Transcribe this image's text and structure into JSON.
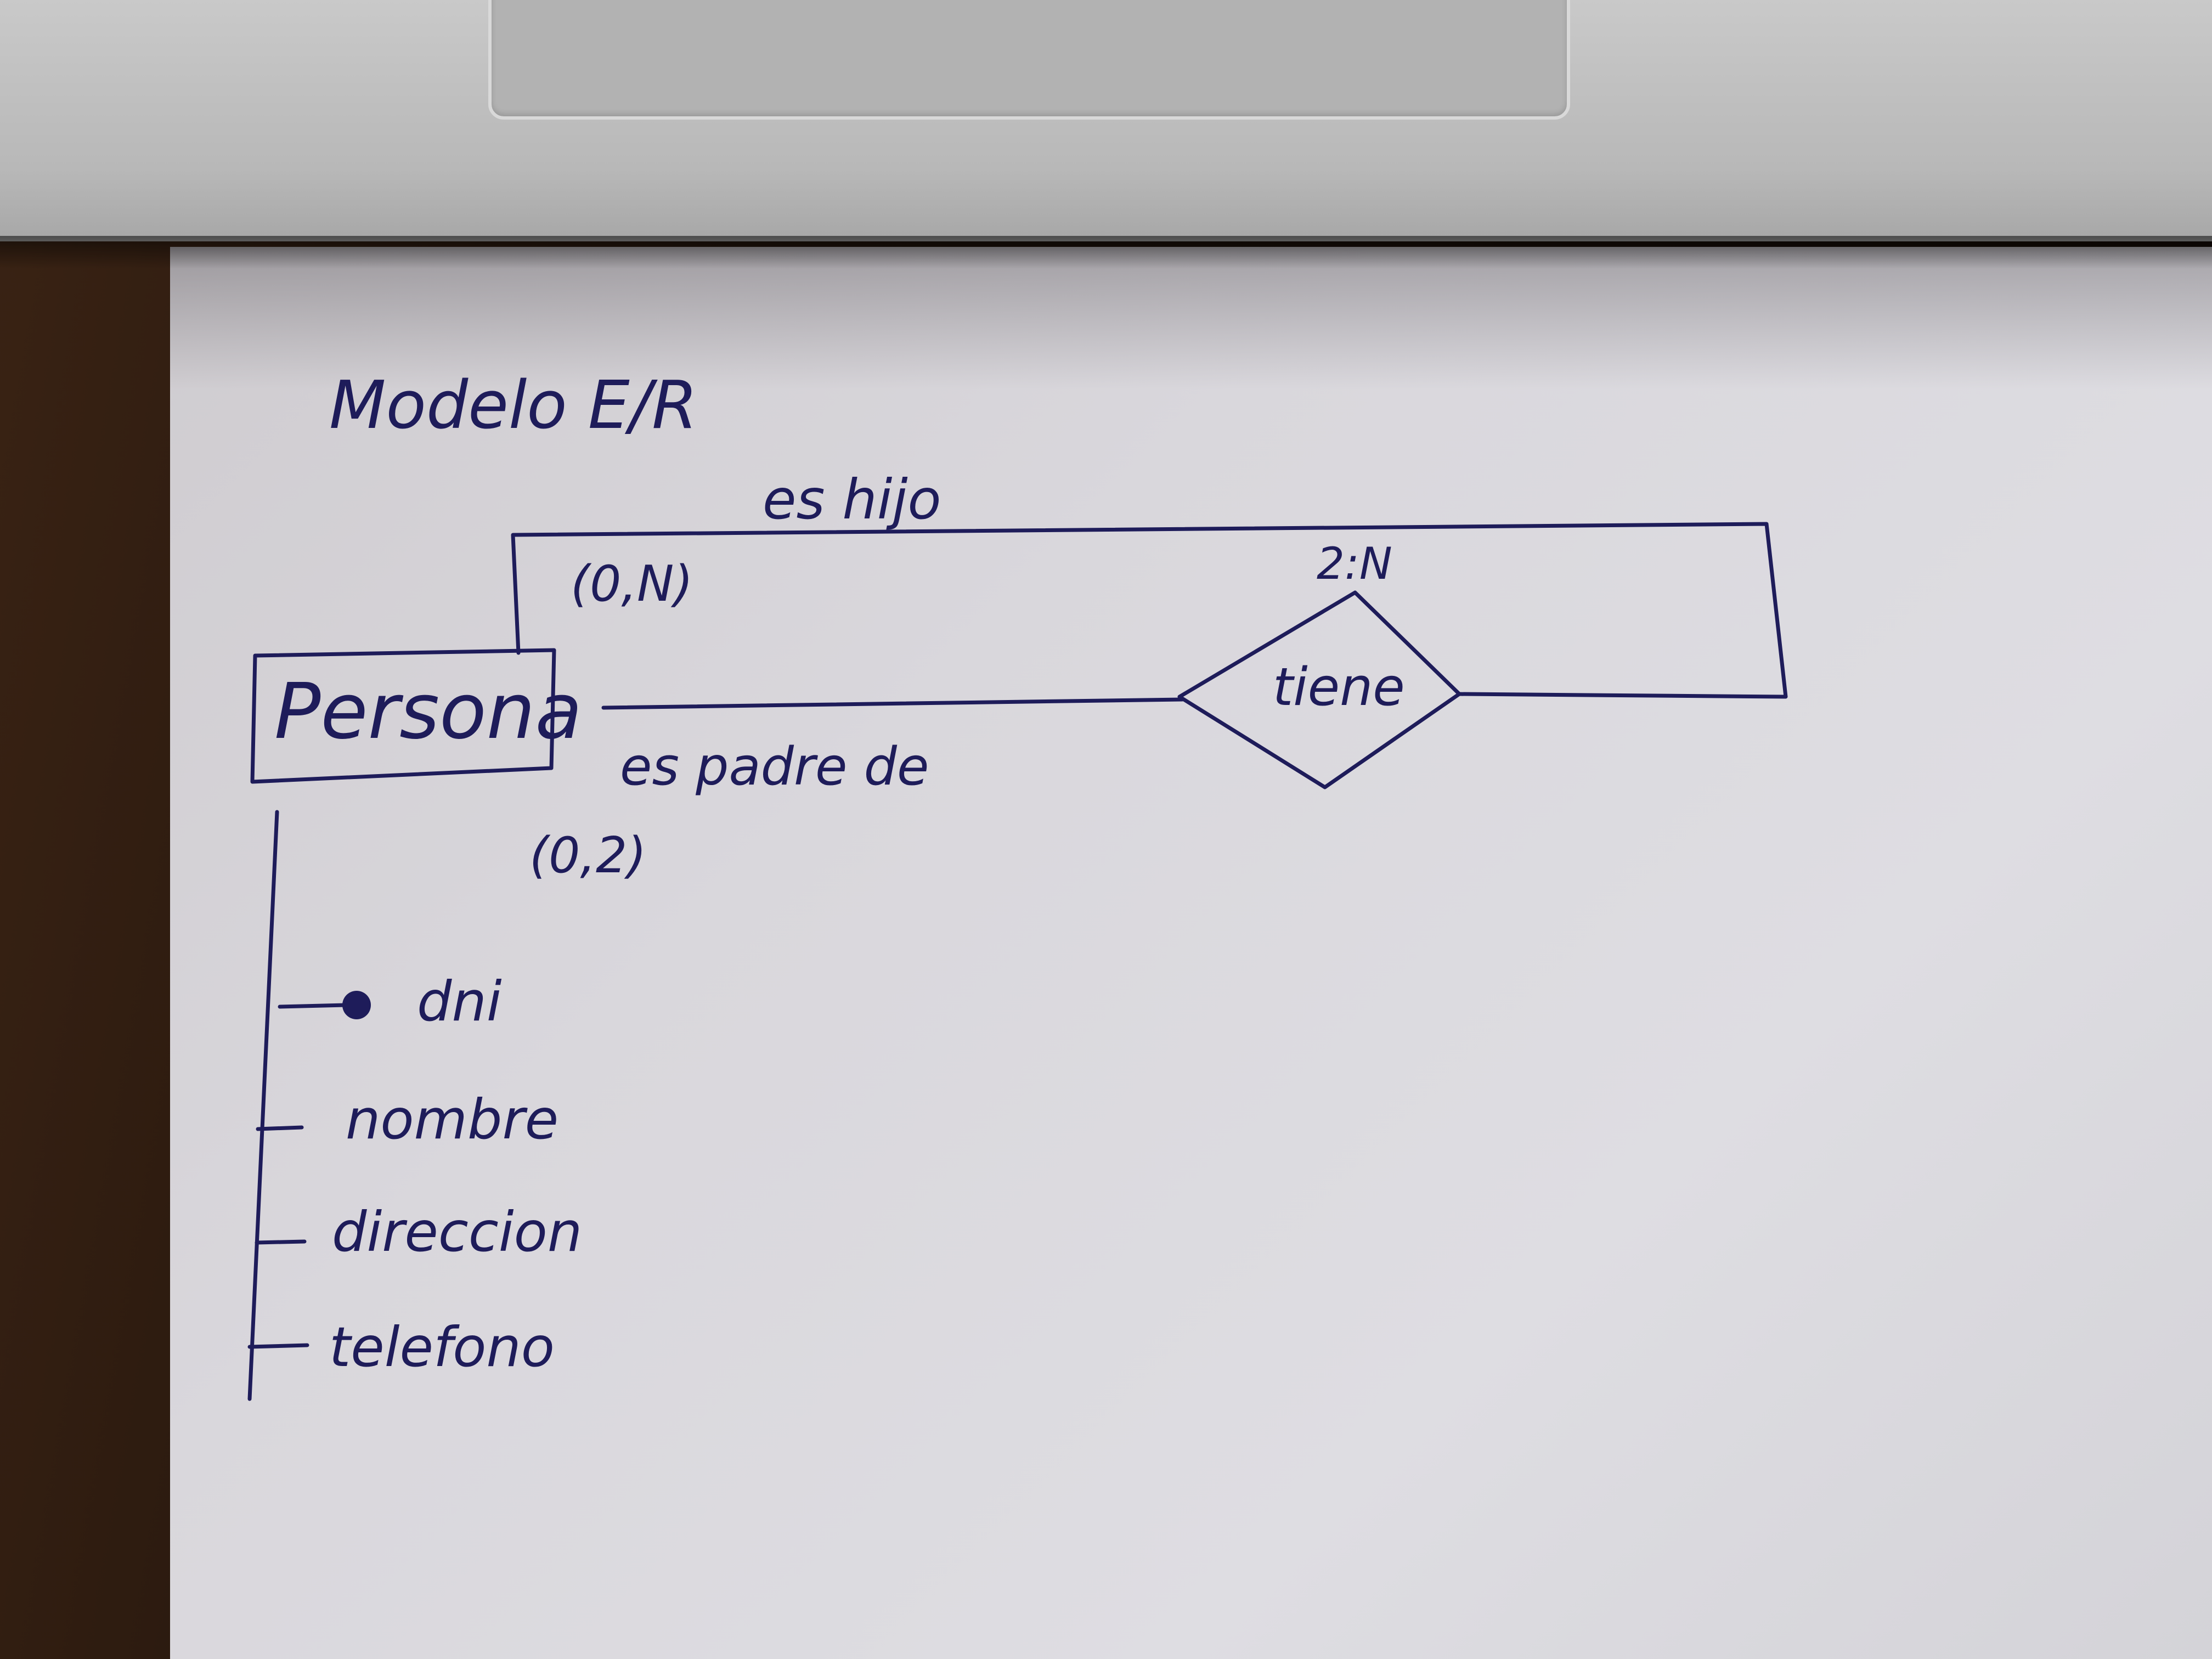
{
  "title": "Modelo E/R",
  "entity": {
    "name": "Persona"
  },
  "relationship": {
    "name": "tiene",
    "ratio": "2:N"
  },
  "roles": {
    "upper_label": "es hijo",
    "upper_cardinality": "(0,N)",
    "lower_label": "es padre de",
    "lower_cardinality": "(0,2)"
  },
  "attributes": [
    {
      "name": "dni",
      "key": true
    },
    {
      "name": "nombre",
      "key": false
    },
    {
      "name": "direccion",
      "key": false
    },
    {
      "name": "telefono",
      "key": false
    }
  ],
  "colors": {
    "ink": "#1e1c5a",
    "paper": "#dcdbe0"
  }
}
